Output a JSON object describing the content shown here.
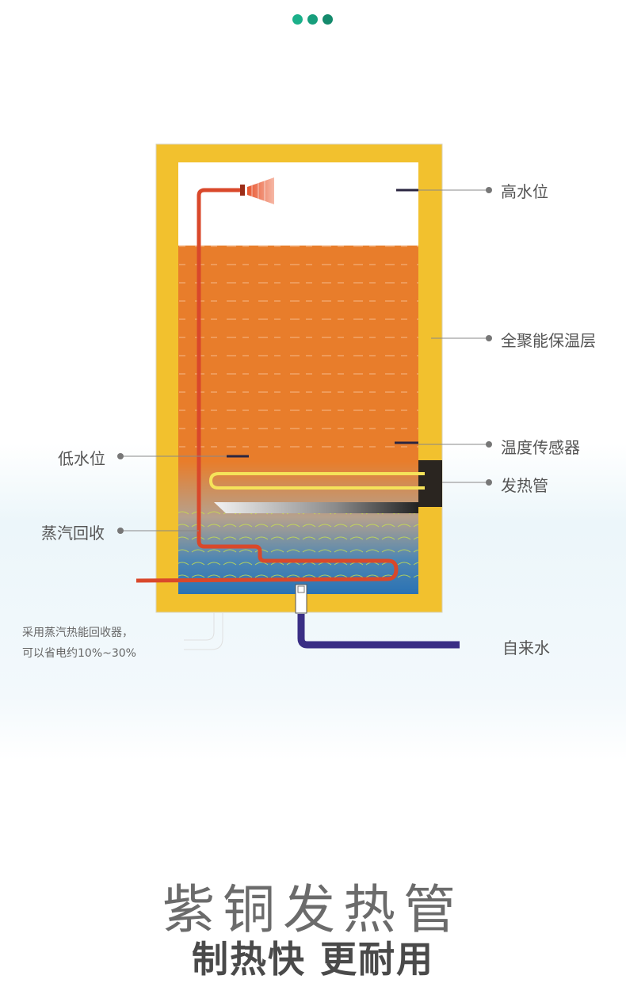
{
  "header": {
    "dots": [
      "#1bb08a",
      "#179e7c",
      "#148a6c"
    ]
  },
  "labels": {
    "high_water": "高水位",
    "insulation": "全聚能保温层",
    "temp_sensor": "温度传感器",
    "heating_tube": "发热管",
    "low_water": "低水位",
    "steam_recovery": "蒸汽回收",
    "tap_water": "自来水"
  },
  "note": {
    "line1": "采用蒸汽热能回收器，",
    "line2": "可以省电约10%~30%"
  },
  "title": {
    "main": "紫铜发热管",
    "sub": "制热快 更耐用"
  },
  "colors": {
    "insulation": "#f2c12e",
    "hot_water": "#e87d2b",
    "cold_water": "#2a72b4",
    "steam_pipe": "#d9482b",
    "heater": "#f5e35a",
    "inlet_pipe": "#3a2f85",
    "pointer": "#888888"
  }
}
